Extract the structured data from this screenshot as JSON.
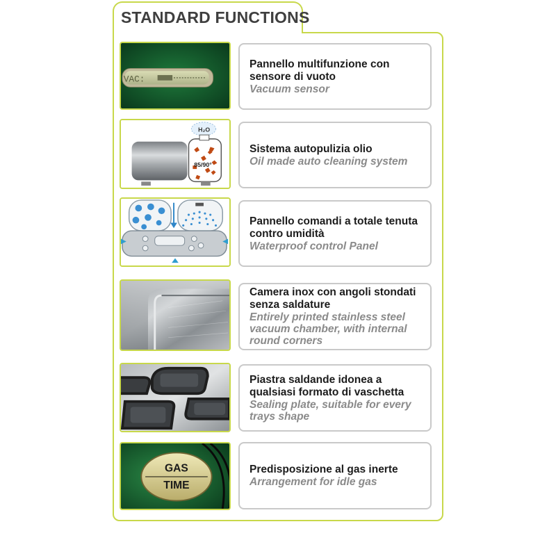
{
  "header": {
    "title": "STANDARD FUNCTIONS"
  },
  "colors": {
    "accent_border": "#c8d84a",
    "card_border": "#c9c9c9",
    "italian_text": "#1c1c1c",
    "english_text": "#8a8a8a"
  },
  "features": [
    {
      "it_lines": [
        "Pannello multifunzione con",
        "sensore di vuoto"
      ],
      "en_lines": [
        "Vacuum sensor"
      ],
      "image": {
        "icon": "vacuum-display-icon",
        "display_text": "VAC:"
      }
    },
    {
      "it_lines": [
        "Sistema autopulizia olio"
      ],
      "en_lines": [
        "Oil made auto cleaning system"
      ],
      "image": {
        "icon": "oil-cleaning-icon",
        "label_top": "H₂O",
        "label_temp": "85/90°"
      }
    },
    {
      "it_lines": [
        "Pannello comandi a totale tenuta",
        "contro umidità"
      ],
      "en_lines": [
        "Waterproof control Panel"
      ],
      "image": {
        "icon": "waterproof-panel-icon"
      }
    },
    {
      "it_lines": [
        "Camera inox con angoli stondati",
        "senza saldature"
      ],
      "en_lines": [
        "Entirely printed stainless steel",
        "vacuum  chamber, with internal",
        "round corners"
      ],
      "image": {
        "icon": "stainless-chamber-icon"
      }
    },
    {
      "it_lines": [
        "Piastra saldande idonea a",
        "qualsiasi formato di vaschetta"
      ],
      "en_lines": [
        "Sealing plate, suitable for every",
        "trays shape"
      ],
      "image": {
        "icon": "sealing-plate-icon"
      }
    },
    {
      "it_lines": [
        "Predisposizione al gas inerte"
      ],
      "en_lines": [
        "Arrangement for idle gas"
      ],
      "image": {
        "icon": "gas-time-icon",
        "badge_top": "GAS",
        "badge_bottom": "TIME"
      }
    }
  ]
}
